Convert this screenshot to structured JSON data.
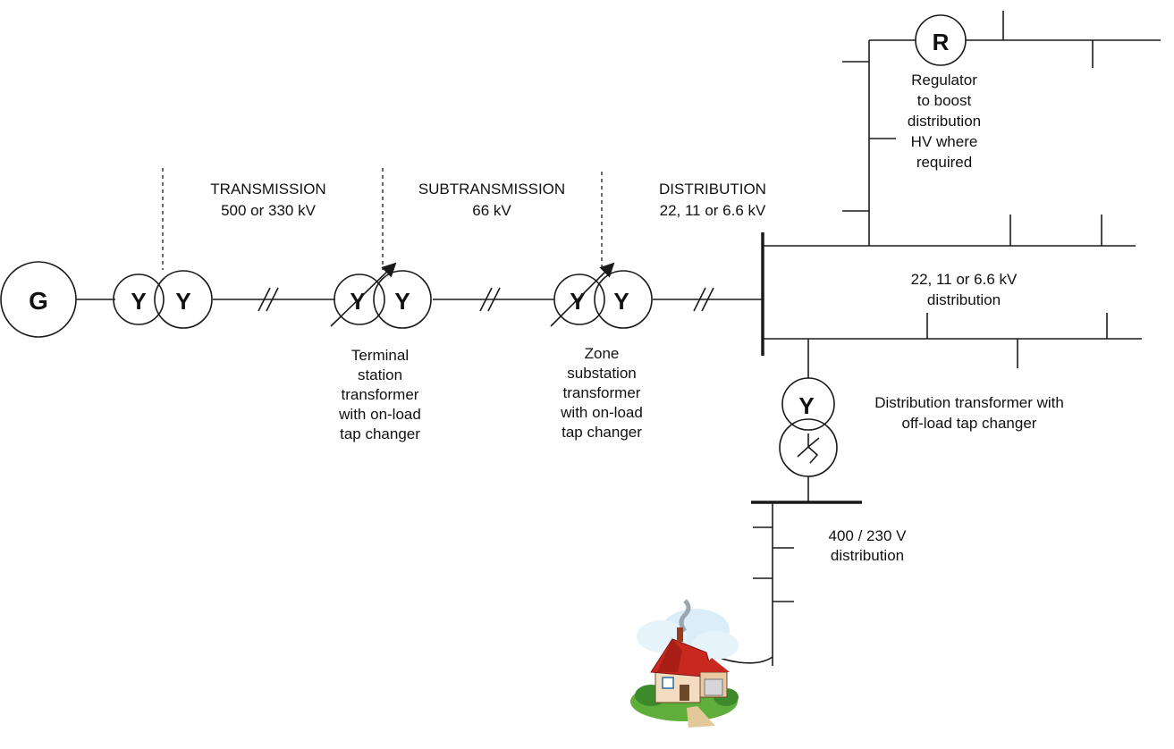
{
  "symbols": {
    "generator": "G",
    "wye": "Y",
    "regulator": "R"
  },
  "sections": {
    "transmission": [
      "TRANSMISSION",
      "500 or 330 kV"
    ],
    "subtransmission": [
      "SUBTRANSMISSION",
      "66 kV"
    ],
    "distribution": [
      "DISTRIBUTION",
      "22, 11 or 6.6 kV"
    ]
  },
  "labels": {
    "terminal": [
      "Terminal",
      "station",
      "transformer",
      "with on-load",
      "tap changer"
    ],
    "zone": [
      "Zone",
      "substation",
      "transformer",
      "with on-load",
      "tap changer"
    ],
    "regulator": [
      "Regulator",
      "to boost",
      "distribution",
      "HV where",
      "required"
    ],
    "dist_bus": [
      "22, 11 or 6.6 kV",
      "distribution"
    ],
    "dist_transformer": [
      "Distribution transformer with",
      "off-load tap changer"
    ],
    "lv": [
      "400 / 230 V",
      "distribution"
    ]
  }
}
